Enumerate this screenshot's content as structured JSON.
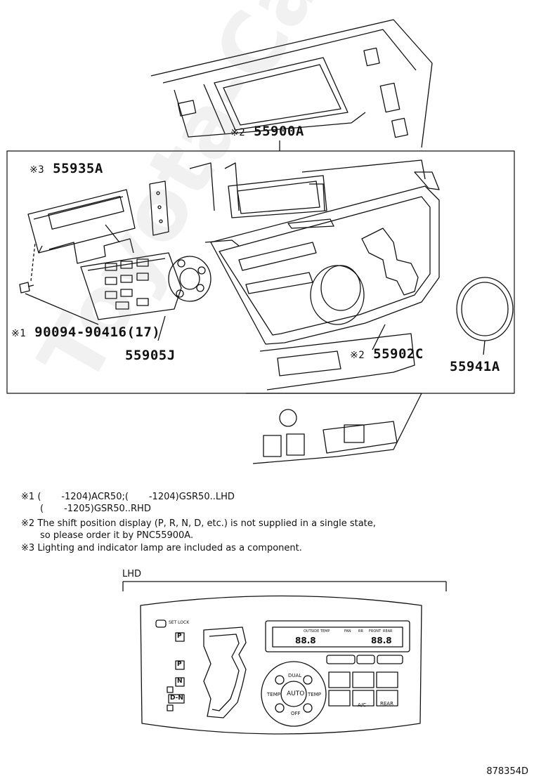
{
  "callouts": {
    "c55900a": {
      "mark": "※2",
      "part": "55900A"
    },
    "c55935a": {
      "mark": "※3",
      "part": "55935A"
    },
    "c90094": {
      "mark": "※1",
      "part": "90094-90416(17)"
    },
    "c55905j": {
      "mark": "",
      "part": "55905J"
    },
    "c55902c": {
      "mark": "※2",
      "part": "55902C"
    },
    "c55941a": {
      "mark": "",
      "part": "55941A"
    }
  },
  "notes": [
    {
      "mark": "※1",
      "text": "(       -1204)ACR50;(       -1204)GSR50..LHD"
    },
    {
      "mark": "",
      "text": "(       -1205)GSR50..RHD"
    },
    {
      "mark": "※2",
      "text": "The shift position display (P, R, N, D, etc.) is not supplied in a single state,"
    },
    {
      "mark": "",
      "text": "so please order it by PNC55900A."
    },
    {
      "mark": "※3",
      "text": "Lighting and indicator lamp are included as a component."
    }
  ],
  "lhd": {
    "label": "LHD",
    "shift_positions": [
      "P",
      "P",
      "N",
      "D-N"
    ],
    "set_lock": "SET LOCK",
    "dial_labels": {
      "center": "AUTO",
      "left": "TEMP",
      "right": "TEMP",
      "top": "DUAL",
      "bottom": "OFF"
    },
    "buttons": [
      "A/C",
      "REAR"
    ],
    "display_value_1": "88.8",
    "display_value_2": "88.8",
    "display_small": [
      "OUTSIDE TEMP",
      "FAN",
      "RR",
      "FRONT",
      "REAR"
    ]
  },
  "drawing_number": "878354D",
  "watermark": "Toyota-Catalog.ru",
  "colors": {
    "line": "#111111",
    "watermark": "#bdbdbd"
  }
}
